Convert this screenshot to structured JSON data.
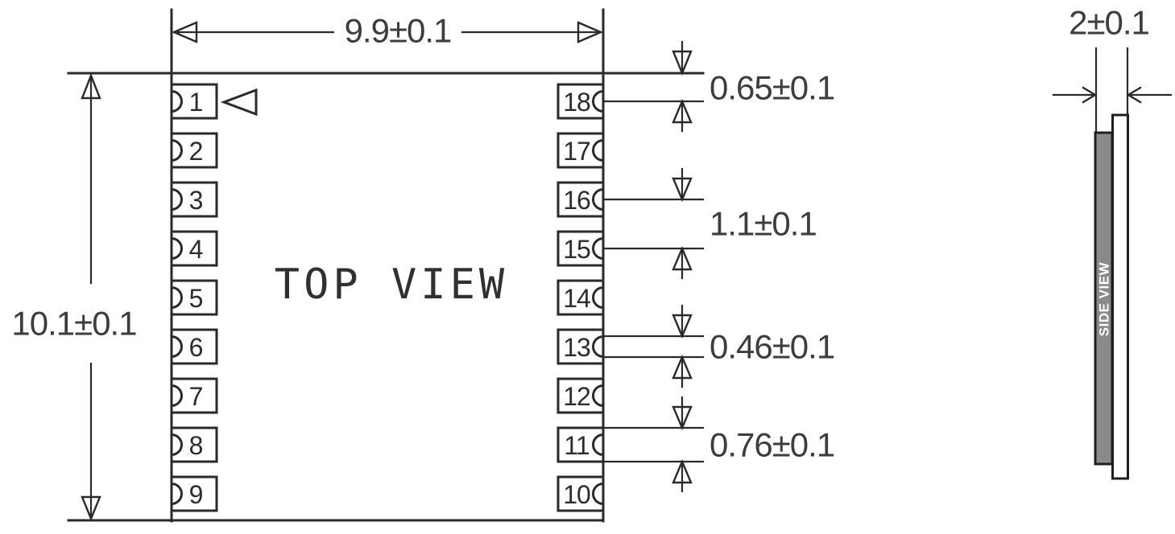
{
  "top_view": {
    "label": "TOP VIEW",
    "width_dim": "9.9±0.1",
    "height_dim": "10.1±0.1",
    "left_pins": [
      "1",
      "2",
      "3",
      "4",
      "5",
      "6",
      "7",
      "8",
      "9"
    ],
    "right_pins": [
      "18",
      "17",
      "16",
      "15",
      "14",
      "13",
      "12",
      "11",
      "10"
    ],
    "right_dims": [
      "0.65±0.1",
      "1.1±0.1",
      "0.46±0.1",
      "0.76±0.1"
    ]
  },
  "side_view": {
    "label": "SIDE VIEW",
    "thickness_dim": "2±0.1"
  },
  "colors": {
    "line": "#2a2a2a",
    "dim_text": "#3d3d3d",
    "shield_fill": "#8a8a8a",
    "background": "#ffffff"
  }
}
